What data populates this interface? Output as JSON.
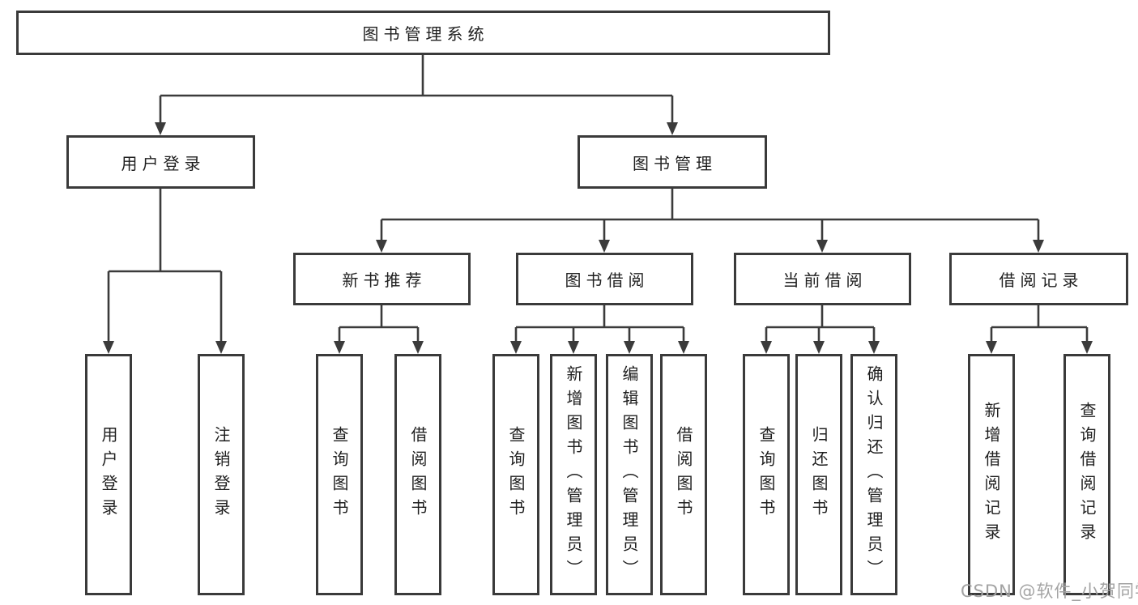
{
  "diagram": {
    "type": "tree",
    "root": {
      "label": "图书管理系统",
      "children": [
        {
          "label": "用户登录",
          "children": [
            {
              "label": "用户登录"
            },
            {
              "label": "注销登录"
            }
          ]
        },
        {
          "label": "图书管理",
          "children": [
            {
              "label": "新书推荐",
              "children": [
                {
                  "label": "查询图书"
                },
                {
                  "label": "借阅图书"
                }
              ]
            },
            {
              "label": "图书借阅",
              "children": [
                {
                  "label": "查询图书"
                },
                {
                  "label": "新增图书（管理员）"
                },
                {
                  "label": "编辑图书（管理员）"
                },
                {
                  "label": "借阅图书"
                }
              ]
            },
            {
              "label": "当前借阅",
              "children": [
                {
                  "label": "查询图书"
                },
                {
                  "label": "归还图书"
                },
                {
                  "label": "确认归还（管理员）"
                }
              ]
            },
            {
              "label": "借阅记录",
              "children": [
                {
                  "label": "新增借阅记录"
                },
                {
                  "label": "查询借阅记录"
                }
              ]
            }
          ]
        }
      ]
    }
  },
  "watermark": {
    "text": "CSDN @软件_小贺同学"
  },
  "colors": {
    "line": "#3b3b3b",
    "box_border": "#3a3a3a",
    "text": "#1f1f1f",
    "watermark": "#a3a3a3",
    "background": "#ffffff"
  }
}
